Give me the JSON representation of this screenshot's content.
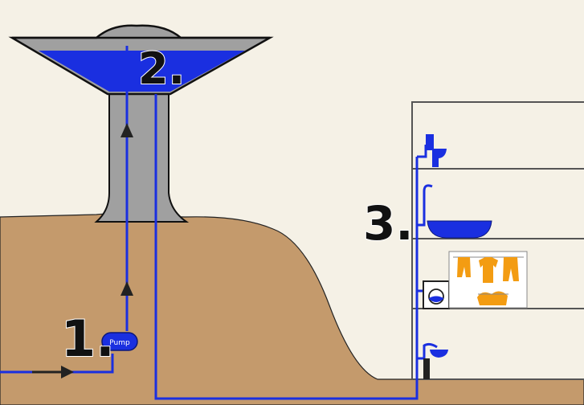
{
  "labels": {
    "step1": "1.",
    "step2": "2.",
    "step3": "3.",
    "pump": "Pump"
  },
  "colors": {
    "background": "#f5f1e6",
    "ground": "#c49a6c",
    "water": "#1a2fe0",
    "tank": "#a0a0a0",
    "outline": "#111111",
    "building_line": "#555555",
    "laundry": "#f39c12",
    "arrow": "#222222"
  },
  "icons": [
    "toilet-icon",
    "bathtub-icon",
    "washing-machine-icon",
    "laundry-icon",
    "sink-icon",
    "flow-arrow-icon"
  ]
}
